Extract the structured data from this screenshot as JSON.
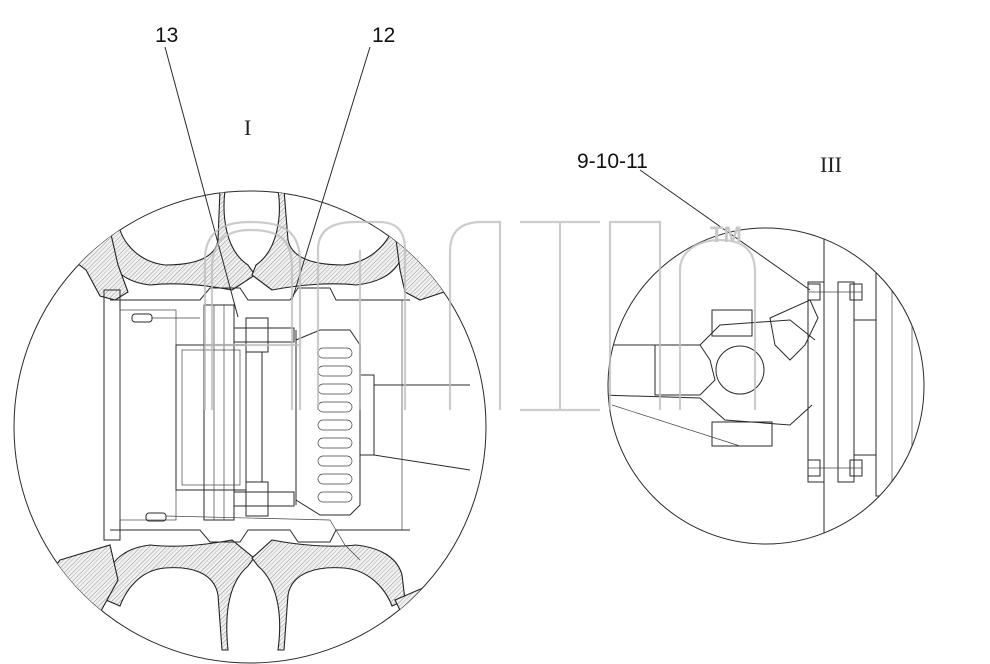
{
  "callouts": {
    "part_13": "13",
    "part_12": "12",
    "part_9_10_11": "9-10-11"
  },
  "views": {
    "view_I": "I",
    "view_III": "III"
  },
  "watermark": {
    "trademark": "TM",
    "color": "#bdbdbd"
  },
  "colors": {
    "line": "#2a2a2a",
    "hatch": "#7a7a7a",
    "background": "#ffffff"
  }
}
